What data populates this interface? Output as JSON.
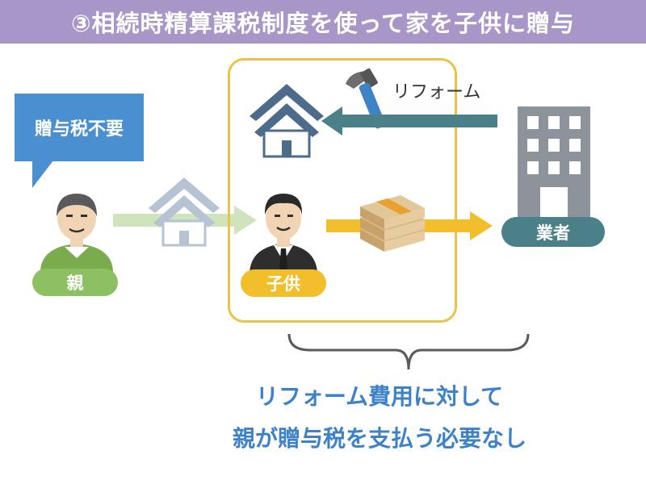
{
  "title": "③相続時精算課税制度を使って家を子供に贈与",
  "bubble": {
    "text": "贈与税不要"
  },
  "labels": {
    "parent": "親",
    "child": "子供",
    "vendor": "業者"
  },
  "reform": {
    "text": "リフォーム"
  },
  "caption": {
    "line1": "リフォーム費用に対して",
    "line2": "親が贈与税を支払う必要なし"
  },
  "colors": {
    "banner": "#a896c9",
    "bubble": "#4a8fd0",
    "parent": "#8cc063",
    "child": "#f2be2c",
    "vendor": "#4b8088",
    "house": "#4d6b8a",
    "caption": "#3d82c8"
  },
  "icons": [
    "house-icon",
    "person-icon",
    "hammer-icon",
    "money-stack-icon",
    "building-icon",
    "arrow-icon",
    "brace-icon"
  ]
}
